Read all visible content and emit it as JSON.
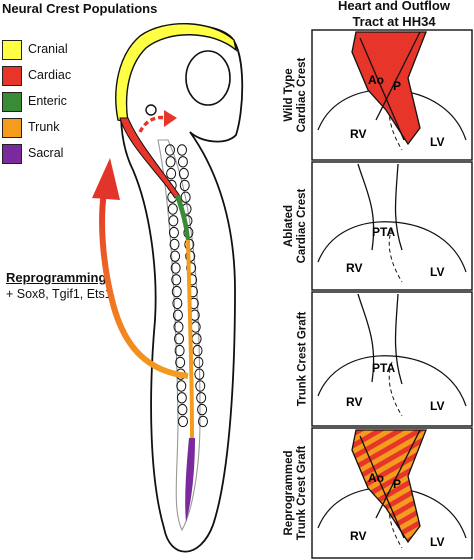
{
  "left_title": "Neural Crest Populations",
  "right_title_line1": "Heart and Outflow",
  "right_title_line2": "Tract at HH34",
  "legend": [
    {
      "label": "Cranial",
      "color": "#ffff44"
    },
    {
      "label": "Cardiac",
      "color": "#e8352a"
    },
    {
      "label": "Enteric",
      "color": "#3a8b35"
    },
    {
      "label": "Trunk",
      "color": "#f39c1e"
    },
    {
      "label": "Sacral",
      "color": "#7a2a9c"
    }
  ],
  "reprogramming": {
    "title": "Reprogramming",
    "factors": "+ Sox8, Tgif1, Ets1"
  },
  "panels": [
    {
      "label_line1": "Wild Type",
      "label_line2": "Cardiac Crest",
      "labels": [
        "Ao",
        "P",
        "RV",
        "LV"
      ]
    },
    {
      "label_line1": "Ablated",
      "label_line2": "Cardiac Crest",
      "labels": [
        "PTA",
        "RV",
        "LV"
      ]
    },
    {
      "label_line1": "",
      "label_line2": "Trunk Crest Graft",
      "labels": [
        "PTA",
        "RV",
        "LV"
      ]
    },
    {
      "label_line1": "Reprogrammed",
      "label_line2": "Trunk Crest Graft",
      "labels": [
        "Ao",
        "P",
        "RV",
        "LV"
      ]
    }
  ]
}
